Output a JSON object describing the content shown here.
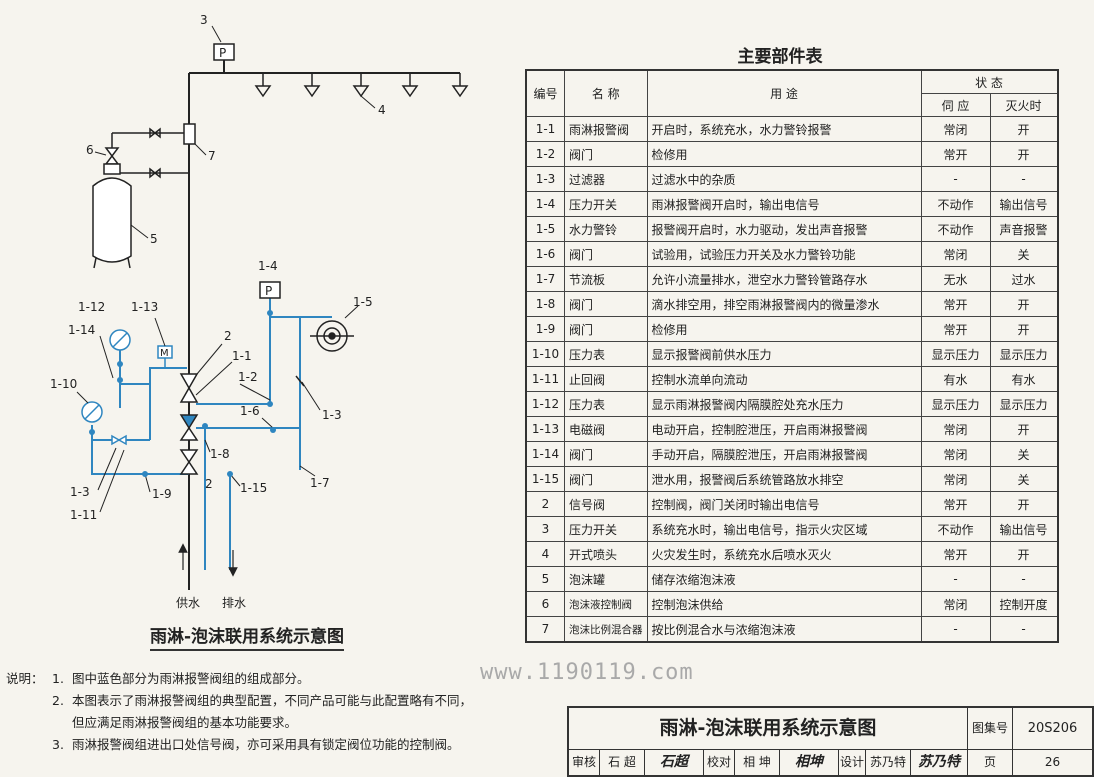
{
  "diagram": {
    "caption": "雨淋-泡沫联用系统示意图",
    "outlet_supply": "供水",
    "outlet_drain": "排水",
    "labels": {
      "l3": "3",
      "l4": "4",
      "l5": "5",
      "l6": "6",
      "l7": "7",
      "l14": "1-4",
      "l15": "1-5",
      "l112": "1-12",
      "l113": "1-13",
      "l114": "1-14",
      "l2a": "2",
      "l11": "1-1",
      "l12": "1-2",
      "l13r": "1-3",
      "l16": "1-6",
      "l110": "1-10",
      "l18": "1-8",
      "l13l": "1-3",
      "l19": "1-9",
      "l111": "1-11",
      "l2b": "2",
      "l115": "1-15",
      "l17": "1-7",
      "gauge_p": "P",
      "gauge_p2": "P",
      "solenoid_m": "M"
    }
  },
  "parts_table": {
    "title": "主要部件表",
    "headers": {
      "num": "编号",
      "name": "名 称",
      "use": "用 途",
      "state": "状 态",
      "state_standby": "伺 应",
      "state_fire": "灭火时"
    },
    "rows": [
      {
        "num": "1-1",
        "name": "雨淋报警阀",
        "use": "开启时，系统充水，水力警铃报警",
        "standby": "常闭",
        "fire": "开"
      },
      {
        "num": "1-2",
        "name": "阀门",
        "use": "检修用",
        "standby": "常开",
        "fire": "开"
      },
      {
        "num": "1-3",
        "name": "过滤器",
        "use": "过滤水中的杂质",
        "standby": "-",
        "fire": "-"
      },
      {
        "num": "1-4",
        "name": "压力开关",
        "use": "雨淋报警阀开启时，输出电信号",
        "standby": "不动作",
        "fire": "输出信号"
      },
      {
        "num": "1-5",
        "name": "水力警铃",
        "use": "报警阀开启时，水力驱动，发出声音报警",
        "standby": "不动作",
        "fire": "声音报警"
      },
      {
        "num": "1-6",
        "name": "阀门",
        "use": "试验用，试验压力开关及水力警铃功能",
        "standby": "常闭",
        "fire": "关"
      },
      {
        "num": "1-7",
        "name": "节流板",
        "use": "允许小流量排水，泄空水力警铃管路存水",
        "standby": "无水",
        "fire": "过水"
      },
      {
        "num": "1-8",
        "name": "阀门",
        "use": "滴水排空用，排空雨淋报警阀内的微量渗水",
        "standby": "常开",
        "fire": "开"
      },
      {
        "num": "1-9",
        "name": "阀门",
        "use": "检修用",
        "standby": "常开",
        "fire": "开"
      },
      {
        "num": "1-10",
        "name": "压力表",
        "use": "显示报警阀前供水压力",
        "standby": "显示压力",
        "fire": "显示压力"
      },
      {
        "num": "1-11",
        "name": "止回阀",
        "use": "控制水流单向流动",
        "standby": "有水",
        "fire": "有水"
      },
      {
        "num": "1-12",
        "name": "压力表",
        "use": "显示雨淋报警阀内隔膜腔处充水压力",
        "standby": "显示压力",
        "fire": "显示压力"
      },
      {
        "num": "1-13",
        "name": "电磁阀",
        "use": "电动开启，控制腔泄压，开启雨淋报警阀",
        "standby": "常闭",
        "fire": "开"
      },
      {
        "num": "1-14",
        "name": "阀门",
        "use": "手动开启，隔膜腔泄压，开启雨淋报警阀",
        "standby": "常闭",
        "fire": "关"
      },
      {
        "num": "1-15",
        "name": "阀门",
        "use": "泄水用，报警阀后系统管路放水排空",
        "standby": "常闭",
        "fire": "关"
      },
      {
        "num": "2",
        "name": "信号阀",
        "use": "控制阀，阀门关闭时输出电信号",
        "standby": "常开",
        "fire": "开"
      },
      {
        "num": "3",
        "name": "压力开关",
        "use": "系统充水时，输出电信号，指示火灾区域",
        "standby": "不动作",
        "fire": "输出信号"
      },
      {
        "num": "4",
        "name": "开式喷头",
        "use": "火灾发生时，系统充水后喷水灭火",
        "standby": "常开",
        "fire": "开"
      },
      {
        "num": "5",
        "name": "泡沫罐",
        "use": "储存浓缩泡沫液",
        "standby": "-",
        "fire": "-"
      },
      {
        "num": "6",
        "name": "泡沫液控制阀",
        "use": "控制泡沫供给",
        "standby": "常闭",
        "fire": "控制开度"
      },
      {
        "num": "7",
        "name": "泡沫比例混合器",
        "use": "按比例混合水与浓缩泡沫液",
        "standby": "-",
        "fire": "-"
      }
    ]
  },
  "notes": {
    "label": "说明：",
    "items": [
      {
        "num": "1.",
        "text": "图中蓝色部分为雨淋报警阀组的组成部分。"
      },
      {
        "num": "2.",
        "text": "本图表示了雨淋报警阀组的典型配置，不同产品可能与此配置略有不同，"
      },
      {
        "num": "",
        "text": "但应满足雨淋报警阀组的基本功能要求。"
      },
      {
        "num": "3.",
        "text": "雨淋报警阀组进出口处信号阀，亦可采用具有锁定阀位功能的控制阀。"
      }
    ]
  },
  "watermark": "www.1190119.com",
  "title_block": {
    "title": "雨淋-泡沫联用系统示意图",
    "atlas_label": "图集号",
    "atlas_no": "20S206",
    "review_label": "审核",
    "reviewer": "石 超",
    "reviewer_sig": "石超",
    "check_label": "校对",
    "checker": "相 坤",
    "checker_sig": "相坤",
    "design_label": "设计",
    "designer": "苏乃特",
    "designer_sig": "苏乃特",
    "page_label": "页",
    "page_no": "26"
  },
  "colors": {
    "blue": "#2f86c0",
    "black": "#222222"
  }
}
